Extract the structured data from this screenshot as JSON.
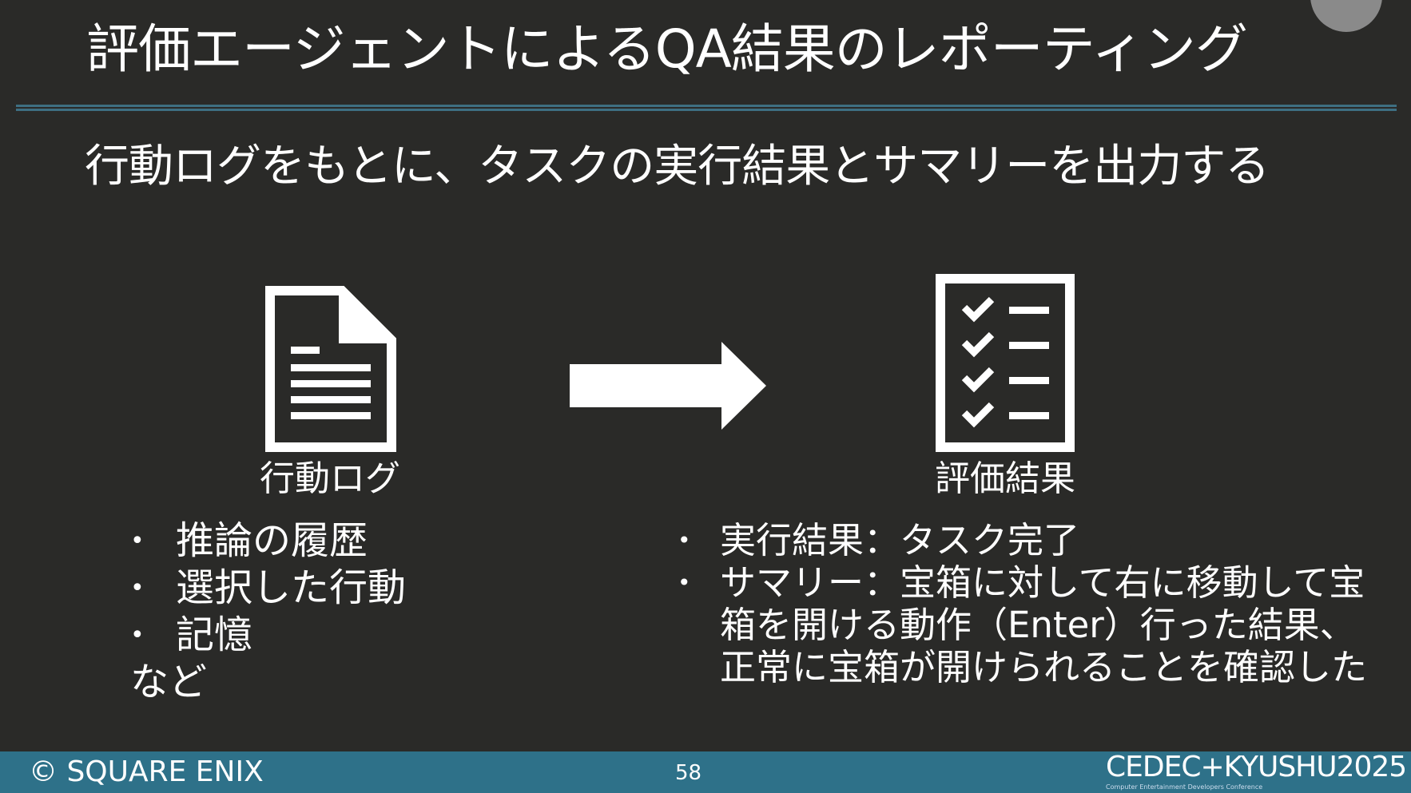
{
  "title": "評価エージェントによるQA結果のレポーティング",
  "subtitle": "行動ログをもとに、タスクの実行結果とサマリーを出力する",
  "left": {
    "label": "行動ログ",
    "icon": "document-icon",
    "items": [
      "推論の履歴",
      "選択した行動",
      "記憶"
    ],
    "trailing": "など"
  },
  "arrow_icon": "right-arrow-icon",
  "right": {
    "label": "評価結果",
    "icon": "checklist-icon",
    "items": [
      "実行結果：タスク完了",
      "サマリー：宝箱に対して右に移動して宝"
    ],
    "continuation": [
      "箱を開ける動作（Enter）行った結果、",
      "正常に宝箱が開けられることを確認した"
    ]
  },
  "footer": {
    "copyright": "© SQUARE ENIX",
    "page": "58",
    "logo": "CEDEC+KYUSHU2025",
    "logo_sub": "Computer Entertainment Developers Conference"
  },
  "colors": {
    "background": "#2a2a28",
    "accent": "#2e7189",
    "rule": "#3e6f82"
  }
}
